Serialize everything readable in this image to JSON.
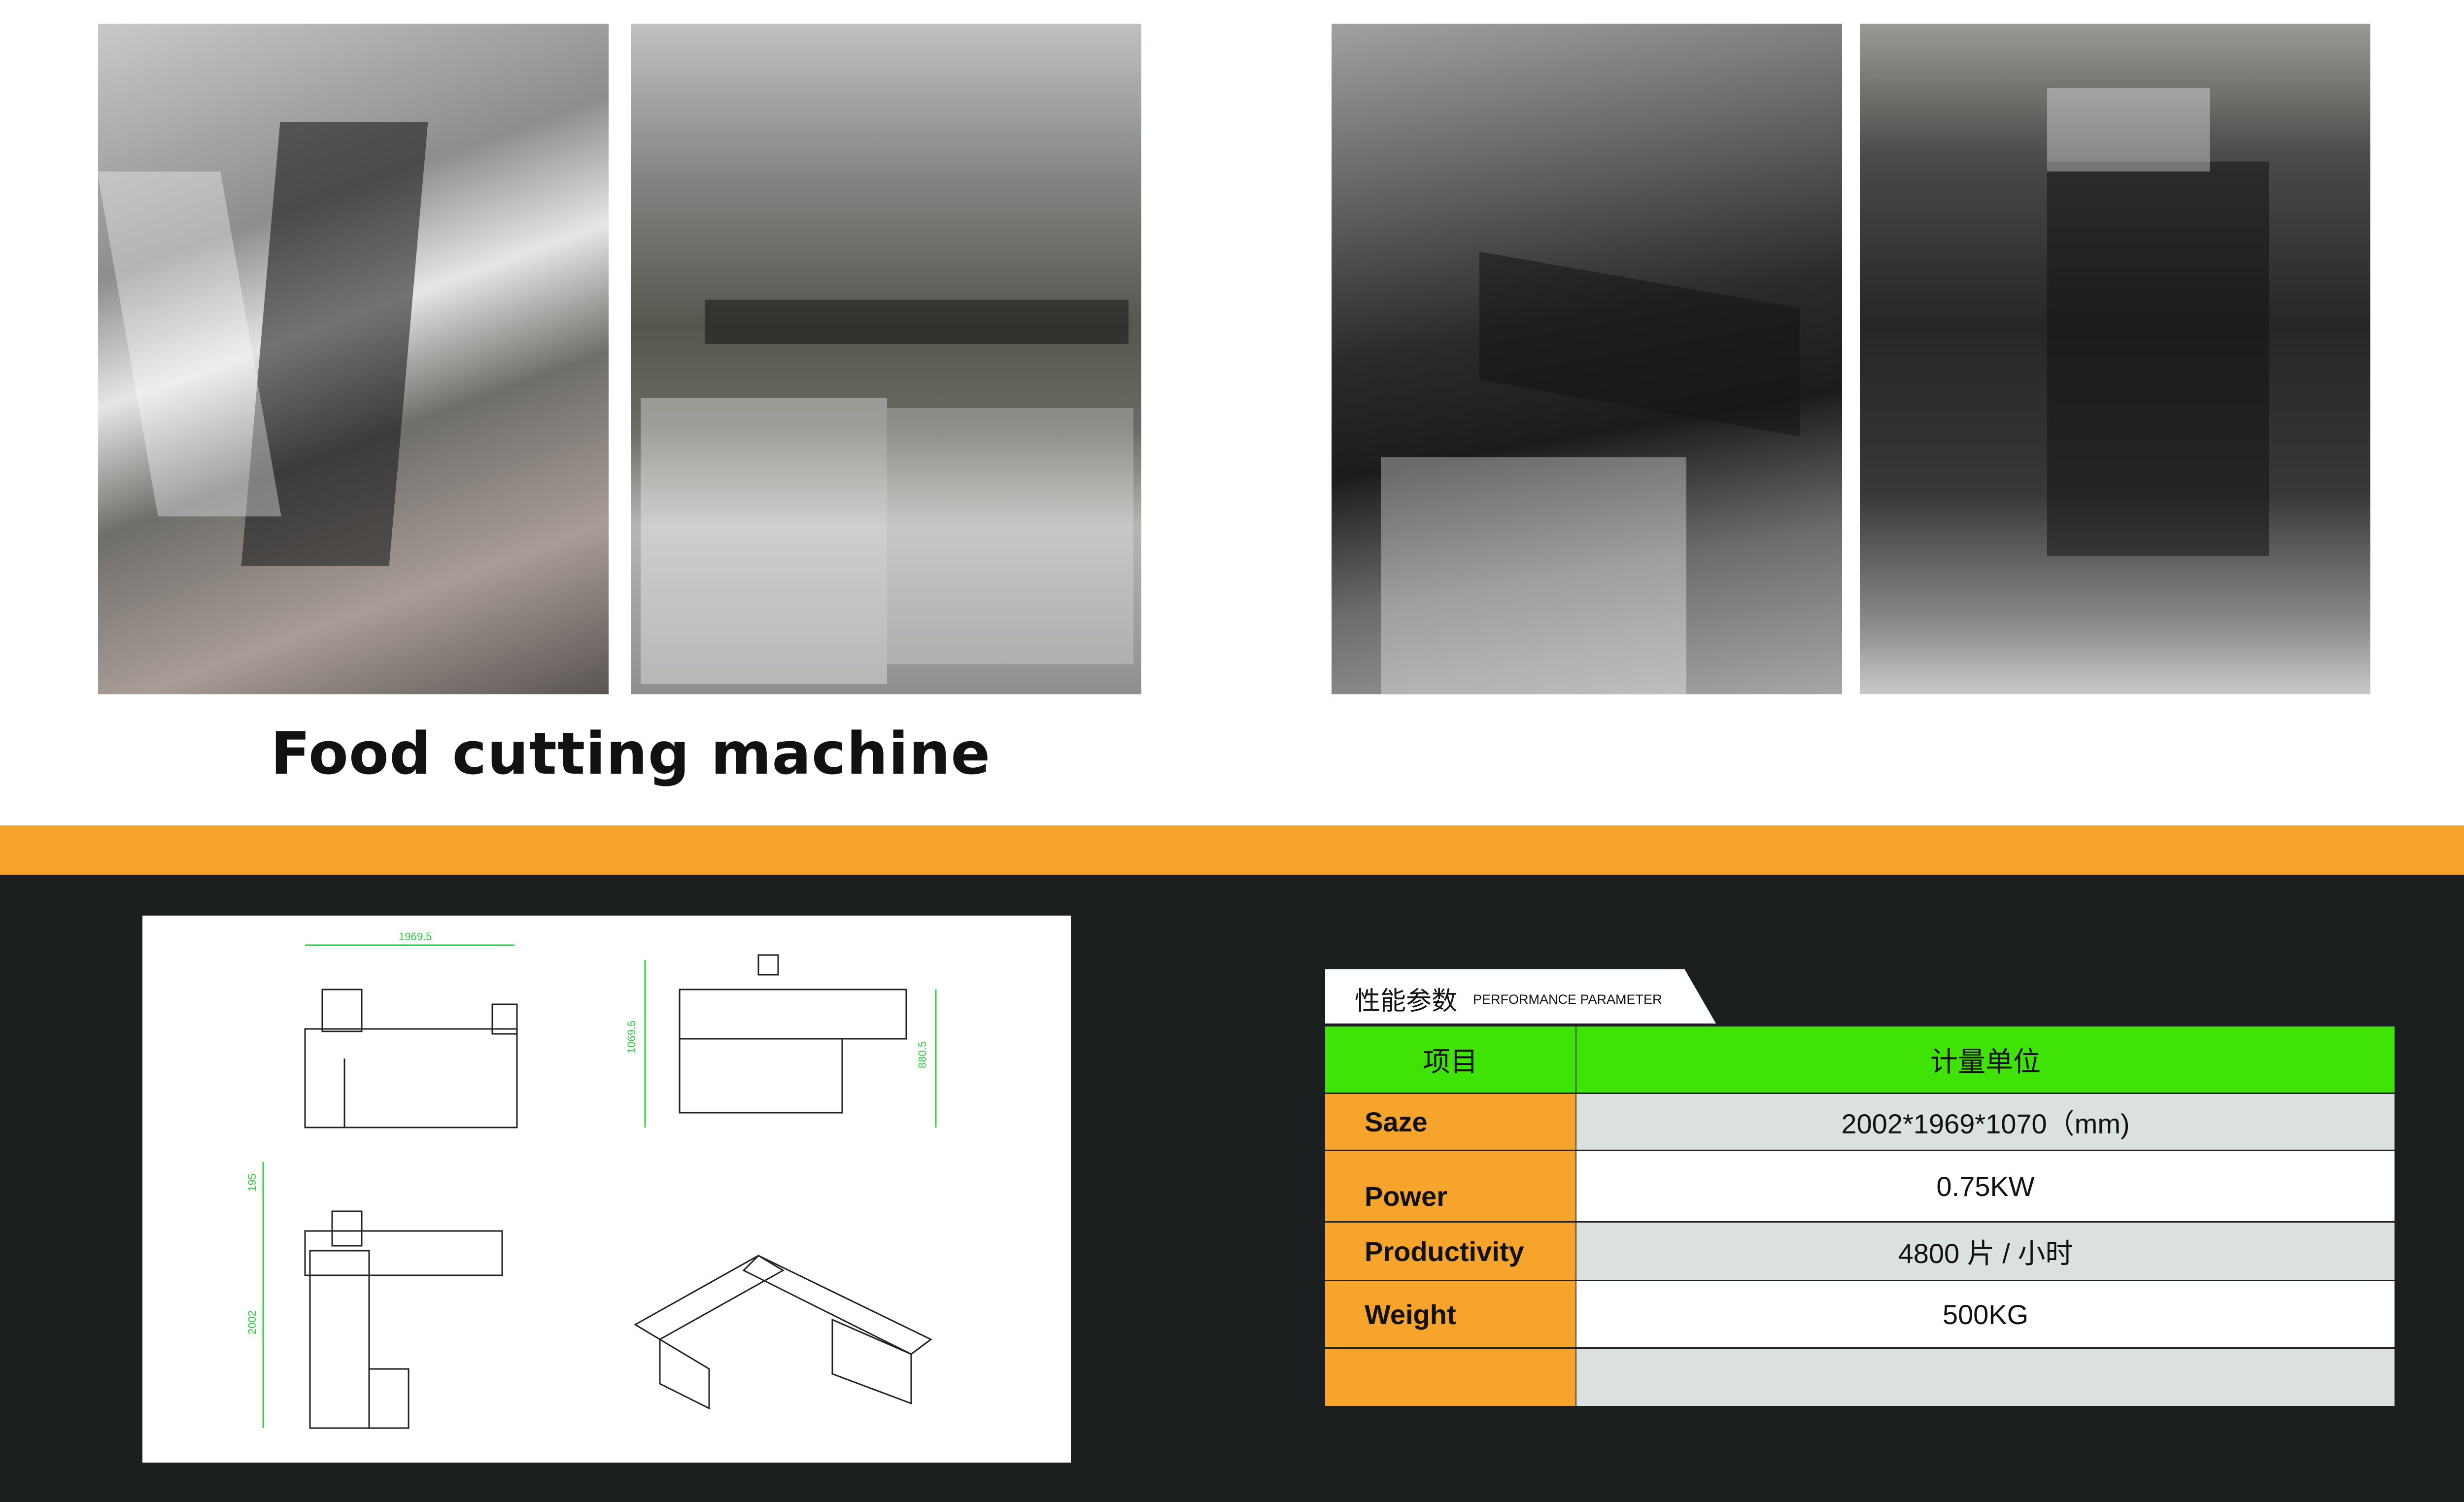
{
  "photos": [
    {
      "name": "machine-photo-top-view"
    },
    {
      "name": "machine-photo-workshop"
    },
    {
      "name": "machine-photo-control-panel"
    },
    {
      "name": "machine-photo-cutting-rails"
    }
  ],
  "title": "Food cutting machine",
  "drawings": {
    "dimensions": {
      "width": "1969.5",
      "height": "1069.5",
      "table_height": "880.5",
      "top_offset": "195",
      "length": "2002"
    }
  },
  "spec_table": {
    "tab_title_zh": "性能参数",
    "tab_title_en": "PERFORMANCE PARAMETER",
    "header": {
      "item": "项目",
      "unit": "计量单位"
    },
    "rows": [
      {
        "label": "Saze",
        "value": "2002*1969*1070（mm)"
      },
      {
        "label": "Power",
        "value": "0.75KW"
      },
      {
        "label": "Productivity",
        "value": "4800 片 / 小时"
      },
      {
        "label": "Weight",
        "value": "500KG"
      },
      {
        "label": "",
        "value": ""
      }
    ]
  },
  "colors": {
    "orange": "#f6a42c",
    "green": "#3fe406",
    "dark": "#1b1f1f",
    "grey_row": "#dbe1df"
  }
}
